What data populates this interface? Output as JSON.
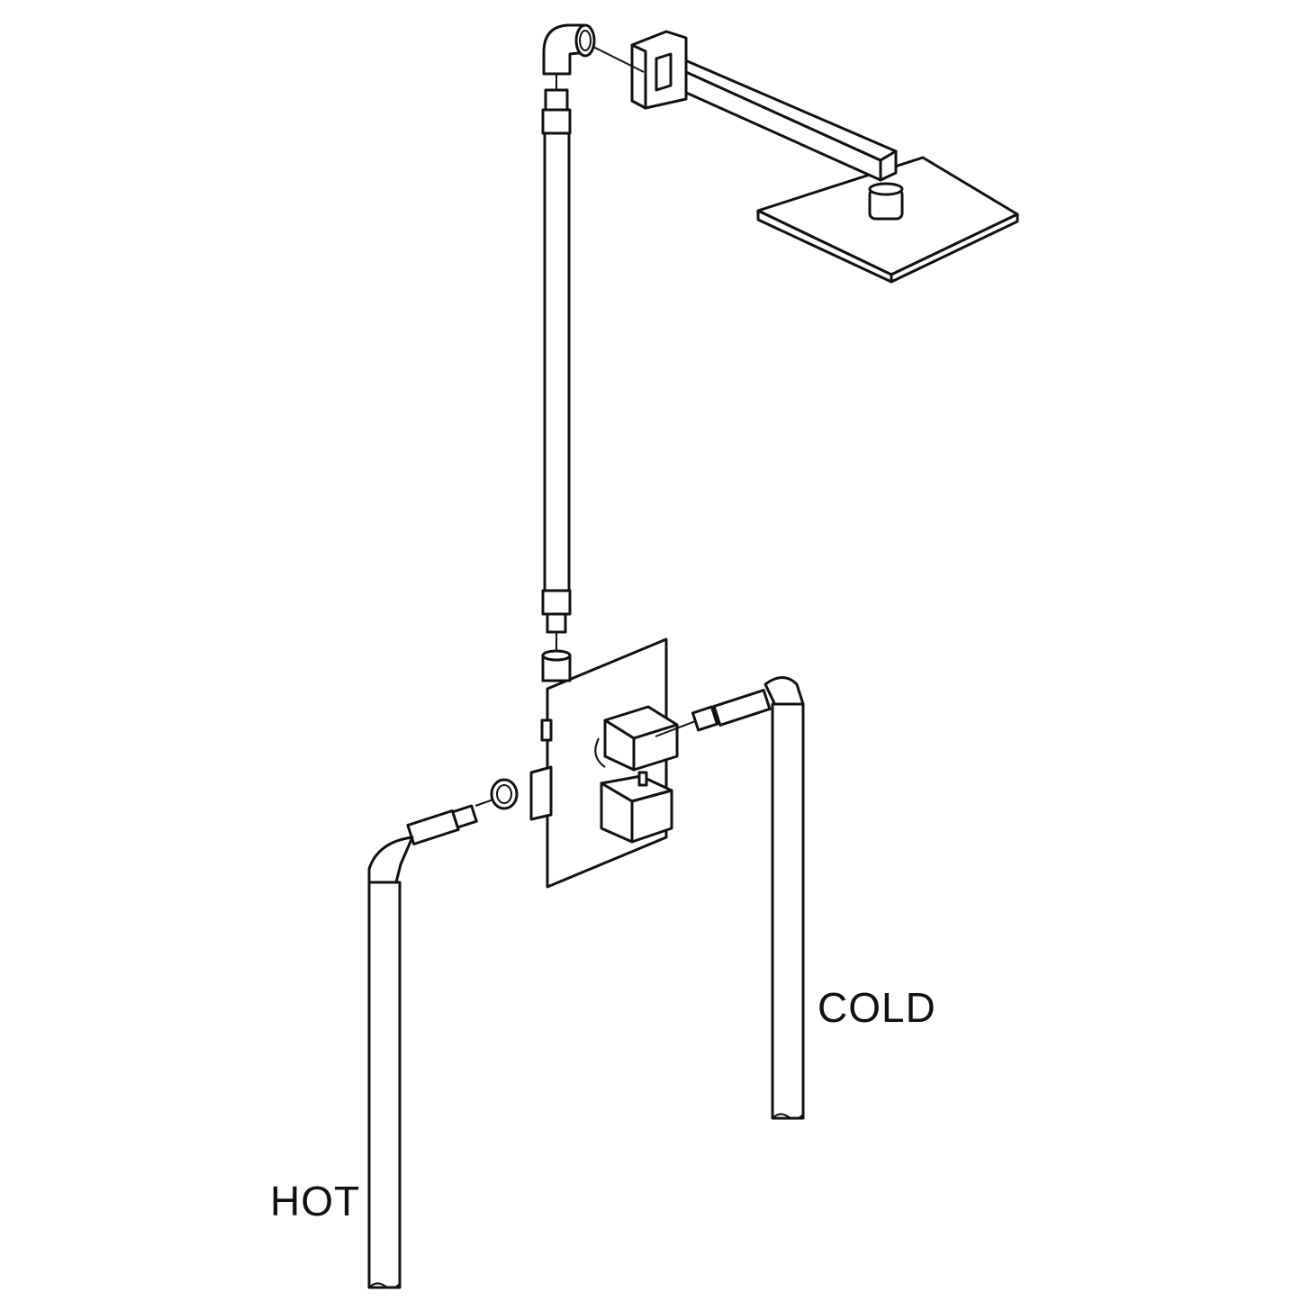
{
  "diagram": {
    "type": "exploded plumbing installation diagram",
    "subject": "wall-mounted thermostatic shower valve with square rain shower head",
    "labels": {
      "hot": "HOT",
      "cold": "COLD"
    },
    "components": [
      {
        "name": "Square shower head",
        "position": "top-right"
      },
      {
        "name": "Square wall shower arm with flange",
        "position": "top"
      },
      {
        "name": "90° elbow fitting",
        "position": "top-left"
      },
      {
        "name": "Vertical riser pipe with threaded ends",
        "position": "center"
      },
      {
        "name": "Valve body with outlets",
        "position": "center"
      },
      {
        "name": "Trim plate",
        "position": "center"
      },
      {
        "name": "Upper square handle",
        "position": "center-right"
      },
      {
        "name": "Lower square handle",
        "position": "center-right"
      },
      {
        "name": "Hot supply pipe with elbow and threaded nipple",
        "position": "bottom-left"
      },
      {
        "name": "Cold supply pipe with elbow and threaded nipple",
        "position": "bottom-right"
      }
    ],
    "colors": {
      "line": "#111111",
      "background": "#ffffff"
    }
  }
}
